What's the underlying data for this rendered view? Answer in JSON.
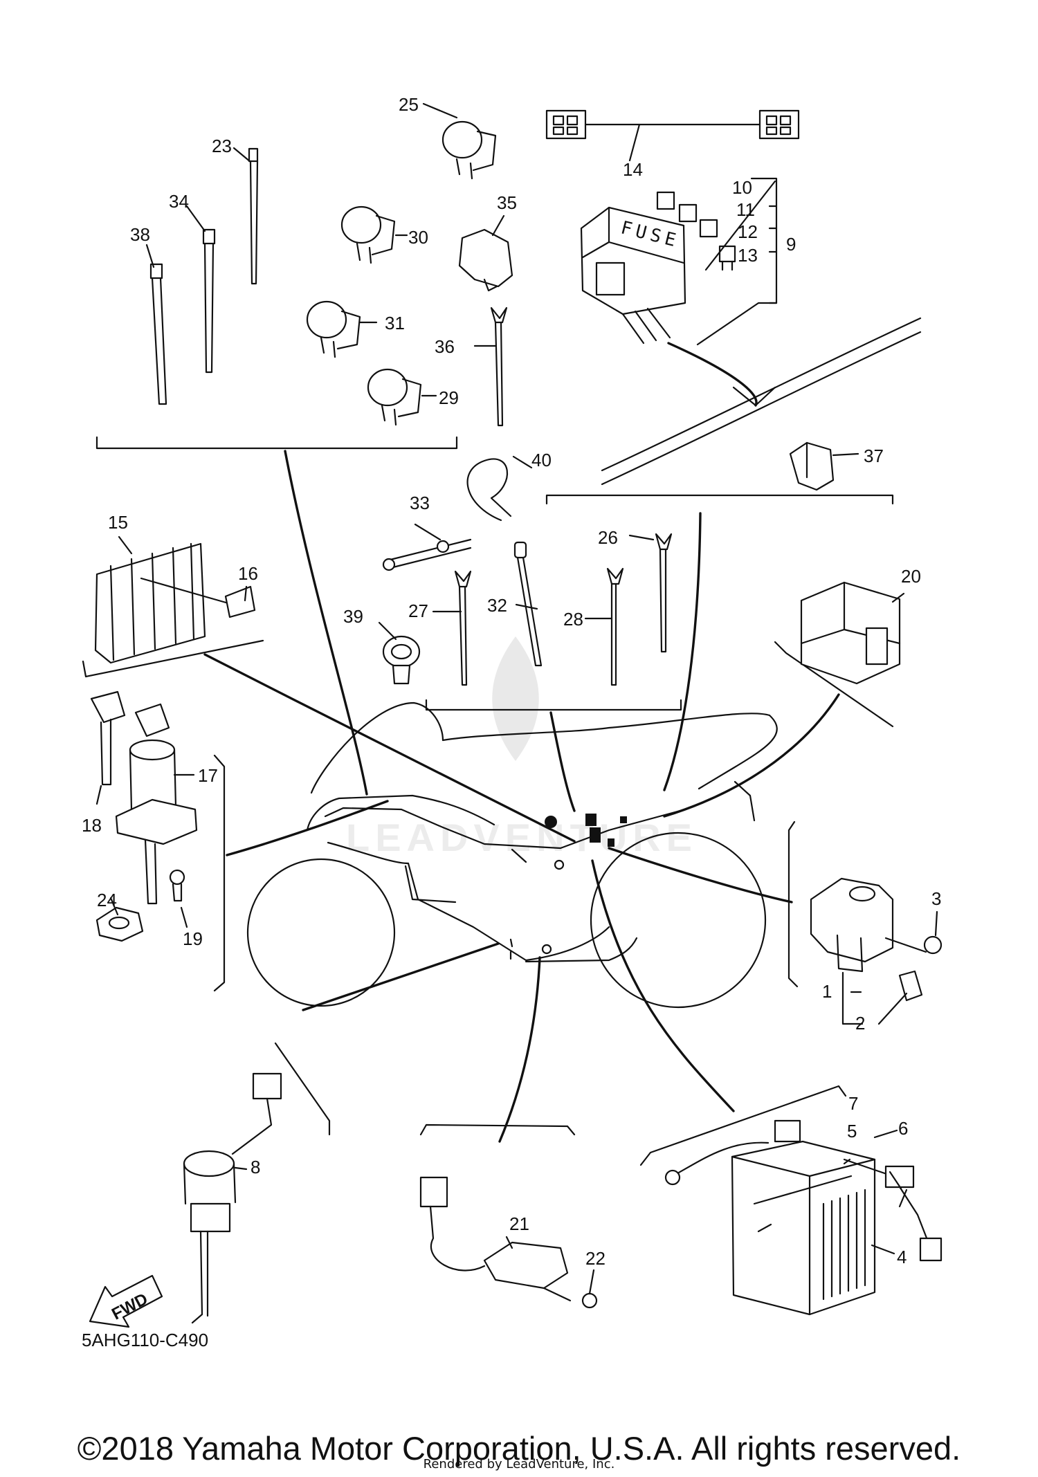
{
  "diagram": {
    "callouts": [
      "1",
      "2",
      "3",
      "4",
      "5",
      "6",
      "7",
      "8",
      "9",
      "10",
      "11",
      "12",
      "13",
      "14",
      "15",
      "16",
      "17",
      "18",
      "19",
      "20",
      "21",
      "22",
      "23",
      "24",
      "25",
      "26",
      "27",
      "28",
      "29",
      "30",
      "31",
      "32",
      "33",
      "34",
      "35",
      "36",
      "37",
      "38",
      "39",
      "40"
    ],
    "fuse_box_label": "FUSE",
    "fwd_label": "FWD",
    "watermark_text": "LEADVENTURE",
    "drawing_code": "5AHG110-C490"
  },
  "footer": {
    "copyright": "©2018 Yamaha Motor Corporation, U.S.A. All rights reserved.",
    "rendered_by": "Rendered by LeadVenture, Inc."
  }
}
